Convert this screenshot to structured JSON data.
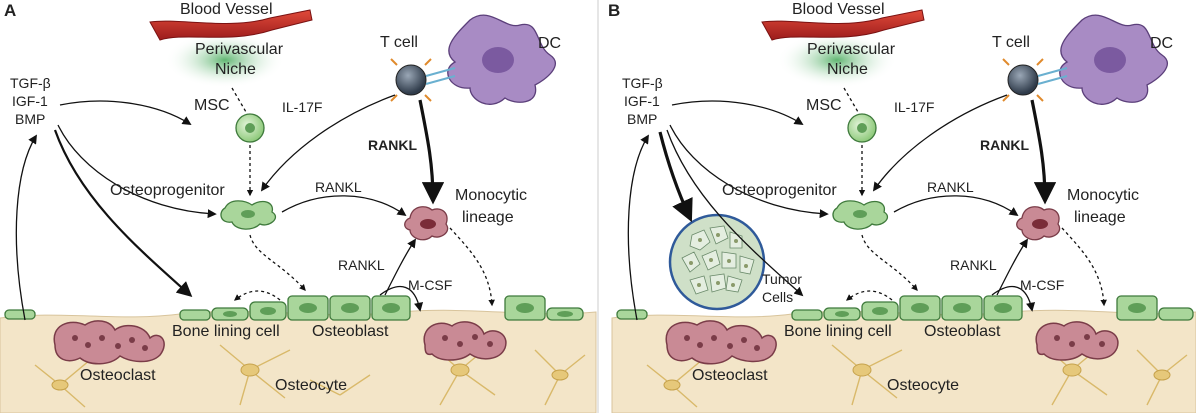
{
  "panels": [
    {
      "letter": "A",
      "blood_vessel": "Blood Vessel",
      "perivascular": "Perivascular",
      "niche": "Niche",
      "t_cell": "T cell",
      "dc": "DC",
      "tgf": "TGF-β",
      "igf": "IGF-1",
      "bmp": "BMP",
      "msc": "MSC",
      "il17f": "IL-17F",
      "rankl_bold": "RANKL",
      "rankl_mid": "RANKL",
      "rankl_low": "RANKL",
      "mcsf": "M-CSF",
      "osteoprogenitor": "Osteoprogenitor",
      "monocytic": "Monocytic",
      "lineage": "lineage",
      "bone_lining": "Bone lining cell",
      "osteoblast": "Osteoblast",
      "osteoclast": "Osteoclast",
      "osteocyte": "Osteocyte"
    },
    {
      "letter": "B",
      "blood_vessel": "Blood Vessel",
      "perivascular": "Perivascular",
      "niche": "Niche",
      "t_cell": "T cell",
      "dc": "DC",
      "tgf": "TGF-β",
      "igf": "IGF-1",
      "bmp": "BMP",
      "msc": "MSC",
      "il17f": "IL-17F",
      "rankl_bold": "RANKL",
      "rankl_mid": "RANKL",
      "rankl_low": "RANKL",
      "mcsf": "M-CSF",
      "osteoprogenitor": "Osteoprogenitor",
      "monocytic": "Monocytic",
      "lineage": "lineage",
      "bone_lining": "Bone lining cell",
      "osteoblast": "Osteoblast",
      "osteoclast": "Osteoclast",
      "osteocyte": "Osteocyte",
      "tumor": "Tumor",
      "cells": "Cells"
    }
  ],
  "colors": {
    "bone": "#f3e5c8",
    "vessel": "#c62828",
    "niche": "#7fc38a",
    "green_cell": "#a9d69b",
    "osteoclast": "#c98a95",
    "dc": "#a88bc4",
    "tumor": "#cfe0c8"
  }
}
